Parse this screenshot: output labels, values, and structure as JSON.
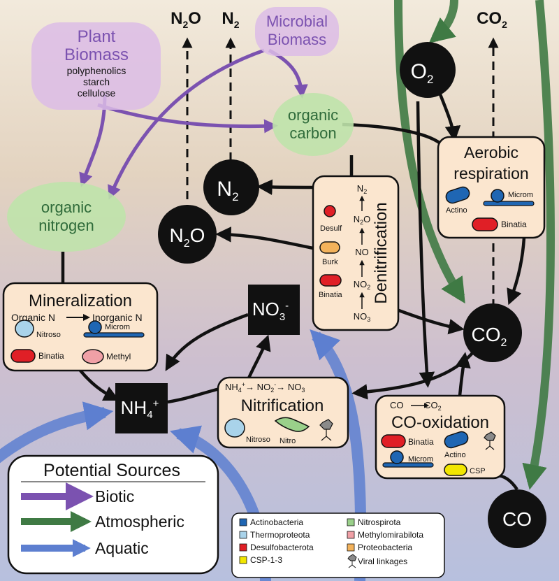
{
  "top_labels": {
    "n2o": "N2O",
    "n2": "N2",
    "co2": "CO2"
  },
  "biomass": {
    "plant_title_1": "Plant",
    "plant_title_2": "Biomass",
    "plant_items": [
      "polyphenolics",
      "starch",
      "cellulose"
    ],
    "microbial_1": "Microbial",
    "microbial_2": "Biomass"
  },
  "pools": {
    "organic_carbon_1": "organic",
    "organic_carbon_2": "carbon",
    "organic_nitrogen_1": "organic",
    "organic_nitrogen_2": "nitrogen"
  },
  "nodes": {
    "o2": "O2",
    "n2": "N2",
    "n2o": "N2O",
    "no3": "NO3-",
    "nh4": "NH4+",
    "co2": "CO2",
    "co": "CO"
  },
  "aerobic_respiration": {
    "title_1": "Aerobic",
    "title_2": "respiration",
    "taxa": [
      "Actino",
      "Microm",
      "Binatia"
    ]
  },
  "denitrification": {
    "title": "Denitrification",
    "chain": [
      "N2",
      "N2O",
      "NO",
      "NO2",
      "NO3"
    ],
    "taxa": [
      "Desulf",
      "Burk",
      "Binatia"
    ]
  },
  "mineralization": {
    "title": "Mineralization",
    "from": "Organic N",
    "to": "Inorganic N",
    "taxa": [
      "Nitroso",
      "Microm",
      "Binatia",
      "Methyl"
    ]
  },
  "nitrification": {
    "title": "Nitrification",
    "reaction": [
      "NH4+",
      "NO2-",
      "NO3"
    ],
    "taxa": [
      "Nitroso",
      "Nitro"
    ]
  },
  "co_oxidation": {
    "title": "CO-oxidation",
    "reaction": [
      "CO",
      "CO2"
    ],
    "taxa": [
      "Binatia",
      "Actino",
      "Microm",
      "CSP"
    ]
  },
  "sources": {
    "title": "Potential Sources",
    "items": [
      {
        "label": "Biotic",
        "color": "#7b52b0"
      },
      {
        "label": "Atmospheric",
        "color": "#3f7a44"
      },
      {
        "label": "Aquatic",
        "color": "#5d7fd0"
      }
    ]
  },
  "legend": {
    "items": [
      {
        "label": "Actinobacteria",
        "color": "#1f66b3"
      },
      {
        "label": "Nitrospirota",
        "color": "#9ad08a"
      },
      {
        "label": "Thermoproteota",
        "color": "#a9d3ea"
      },
      {
        "label": "Methylomirabilota",
        "color": "#f0a0a6"
      },
      {
        "label": "Desulfobacterota",
        "color": "#e01f26"
      },
      {
        "label": "Proteobacteria",
        "color": "#f3b25b"
      },
      {
        "label": "CSP-1-3",
        "color": "#f2e600"
      },
      {
        "label": "Viral linkages",
        "color": "#8a8a8a"
      }
    ]
  },
  "colors": {
    "biotic": "#7b52b0",
    "atmospheric": "#3f7a44",
    "aquatic": "#5d7fd0",
    "process_box": "#fbe6cf",
    "pool_green": "#bfe3ab",
    "biomass_purple": "#dcbce6",
    "node_black": "#111111"
  }
}
